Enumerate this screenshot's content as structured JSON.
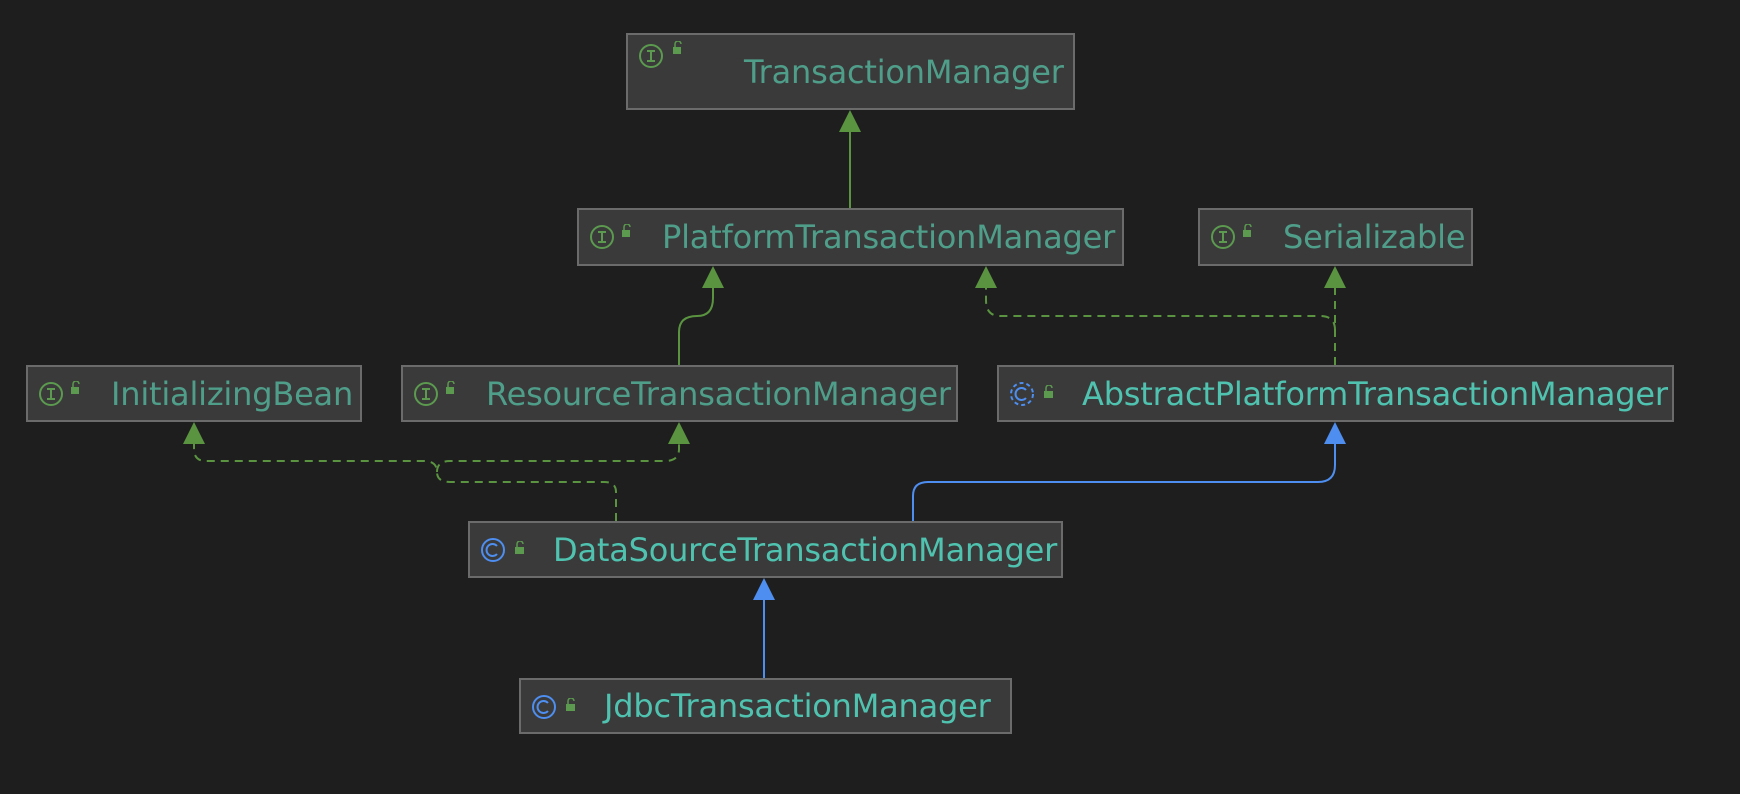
{
  "colors": {
    "background": "#1e1e1e",
    "node_fill": "#3a3a3a",
    "node_border": "#6b6b6b",
    "interface_text": "#4f9e8a",
    "class_text": "#4fc3b0",
    "interface_icon": "#5b9a4f",
    "class_icon": "#4d8ef0",
    "extends_edge": "#5a9440",
    "class_extends_edge": "#4d8ef0"
  },
  "nodes": [
    {
      "id": "transaction-manager",
      "label": "TransactionManager",
      "kind": "interface",
      "icon": "interface-icon",
      "visibility_icon": "unlock-icon"
    },
    {
      "id": "platform-transaction-manager",
      "label": "PlatformTransactionManager",
      "kind": "interface",
      "icon": "interface-icon",
      "visibility_icon": "unlock-icon"
    },
    {
      "id": "serializable",
      "label": "Serializable",
      "kind": "interface",
      "icon": "interface-icon",
      "visibility_icon": "unlock-icon"
    },
    {
      "id": "initializing-bean",
      "label": "InitializingBean",
      "kind": "interface",
      "icon": "interface-icon",
      "visibility_icon": "unlock-icon"
    },
    {
      "id": "resource-transaction-manager",
      "label": "ResourceTransactionManager",
      "kind": "interface",
      "icon": "interface-icon",
      "visibility_icon": "unlock-icon"
    },
    {
      "id": "abstract-platform-transaction-manager",
      "label": "AbstractPlatformTransactionManager",
      "kind": "abstract-class",
      "icon": "abstract-class-icon",
      "visibility_icon": "unlock-icon"
    },
    {
      "id": "data-source-transaction-manager",
      "label": "DataSourceTransactionManager",
      "kind": "class",
      "icon": "class-icon",
      "visibility_icon": "unlock-icon"
    },
    {
      "id": "jdbc-transaction-manager",
      "label": "JdbcTransactionManager",
      "kind": "class",
      "icon": "class-icon",
      "visibility_icon": "unlock-icon"
    }
  ],
  "edges": [
    {
      "from": "platform-transaction-manager",
      "to": "transaction-manager",
      "type": "extends",
      "style": "solid",
      "color": "green"
    },
    {
      "from": "resource-transaction-manager",
      "to": "platform-transaction-manager",
      "type": "extends",
      "style": "solid",
      "color": "green"
    },
    {
      "from": "abstract-platform-transaction-manager",
      "to": "platform-transaction-manager",
      "type": "implements",
      "style": "dashed",
      "color": "green"
    },
    {
      "from": "abstract-platform-transaction-manager",
      "to": "serializable",
      "type": "implements",
      "style": "dashed",
      "color": "green"
    },
    {
      "from": "data-source-transaction-manager",
      "to": "initializing-bean",
      "type": "implements",
      "style": "dashed",
      "color": "green"
    },
    {
      "from": "data-source-transaction-manager",
      "to": "resource-transaction-manager",
      "type": "implements",
      "style": "dashed",
      "color": "green"
    },
    {
      "from": "data-source-transaction-manager",
      "to": "abstract-platform-transaction-manager",
      "type": "extends",
      "style": "solid",
      "color": "blue"
    },
    {
      "from": "jdbc-transaction-manager",
      "to": "data-source-transaction-manager",
      "type": "extends",
      "style": "solid",
      "color": "blue"
    }
  ]
}
